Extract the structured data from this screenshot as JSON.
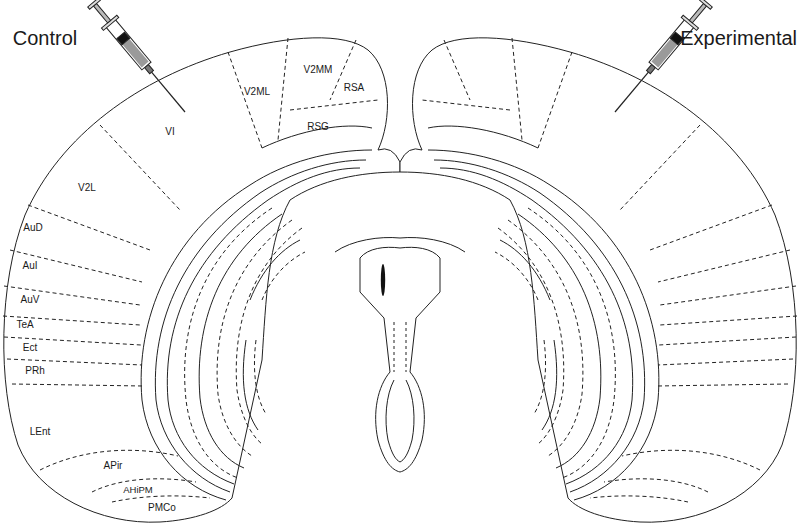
{
  "diagram": {
    "labels": [
      "Control",
      "Experimental",
      "VI",
      "V2ML",
      "V2MM",
      "RSA",
      "RSG",
      "V2L",
      "AuD",
      "AuI",
      "AuV",
      "TeA",
      "Ect",
      "PRh",
      "LEnt",
      "APir",
      "AHiPM",
      "PMCo"
    ]
  }
}
